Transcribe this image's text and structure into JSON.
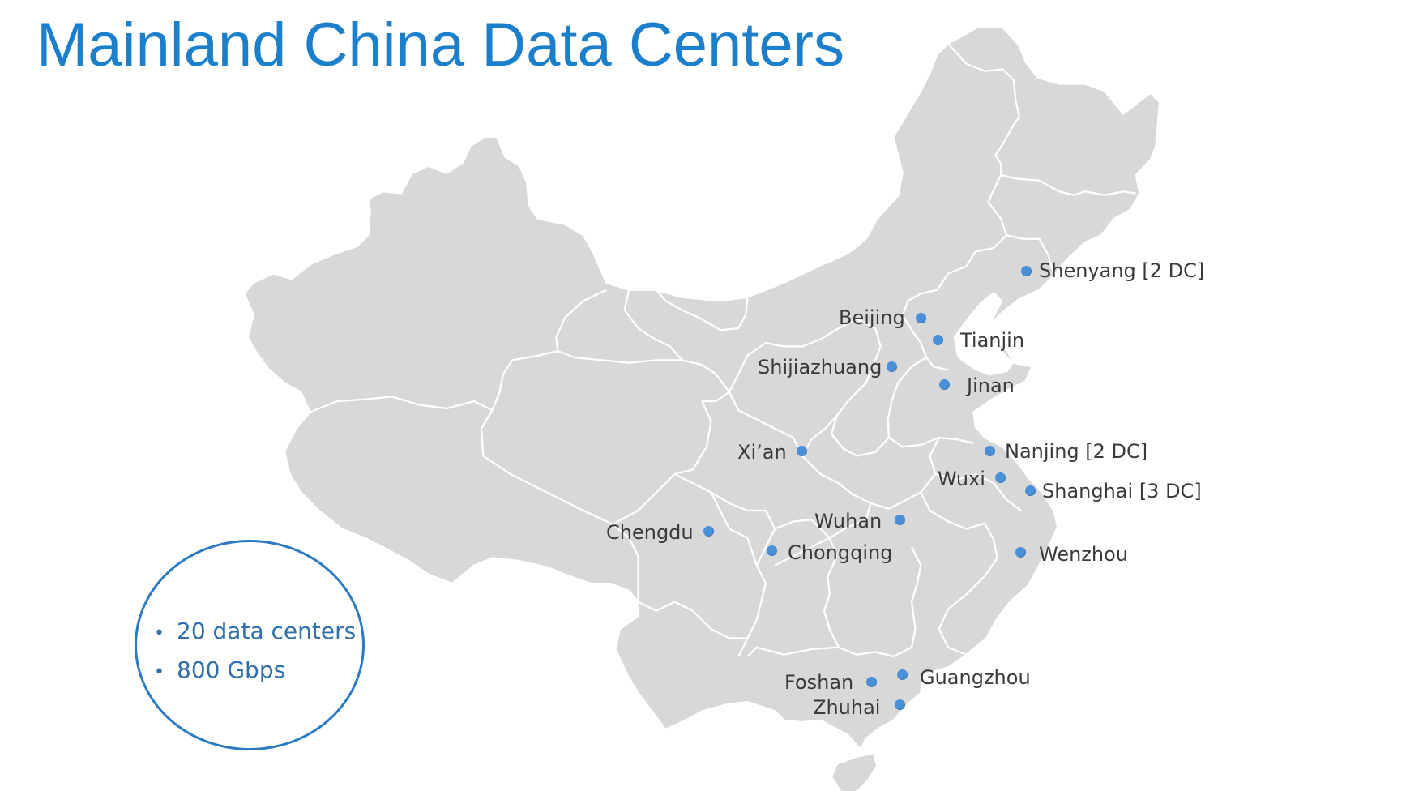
{
  "title": "Mainland China Data Centers",
  "colors": {
    "title": "#1b7fcc",
    "map_fill": "#d8d8d8",
    "map_border": "#ffffff",
    "dot": "#4a90d9",
    "label": "#3a3a3a",
    "stats": "#2f6fad"
  },
  "stats": {
    "items": [
      {
        "bullet": "•",
        "text": "20 data centers"
      },
      {
        "bullet": "•",
        "text": "800 Gbps"
      }
    ]
  },
  "cities": [
    {
      "name": "Shenyang [2 DC]",
      "dot": [
        1266,
        334
      ],
      "label": [
        1282,
        322
      ],
      "align": "right"
    },
    {
      "name": "Beijing",
      "dot": [
        1136,
        392
      ],
      "label": [
        1035,
        380
      ],
      "align": "left"
    },
    {
      "name": "Tianjin",
      "dot": [
        1157,
        419
      ],
      "label": [
        1185,
        408
      ],
      "align": "right"
    },
    {
      "name": "Shijiazhuang",
      "dot": [
        1100,
        452
      ],
      "label": [
        935,
        441
      ],
      "align": "left"
    },
    {
      "name": "Jinan",
      "dot": [
        1165,
        474
      ],
      "label": [
        1193,
        464
      ],
      "align": "right"
    },
    {
      "name": "Xi’an",
      "dot": [
        989,
        556
      ],
      "label": [
        910,
        546
      ],
      "align": "left"
    },
    {
      "name": "Nanjing [2 DC]",
      "dot": [
        1221,
        556
      ],
      "label": [
        1240,
        545
      ],
      "align": "right"
    },
    {
      "name": "Wuxi",
      "dot": [
        1234,
        589
      ],
      "label": [
        1157,
        579
      ],
      "align": "left"
    },
    {
      "name": "Shanghai [3 DC]",
      "dot": [
        1271,
        605
      ],
      "label": [
        1286,
        594
      ],
      "align": "right"
    },
    {
      "name": "Wuhan",
      "dot": [
        1110,
        641
      ],
      "label": [
        1005,
        631
      ],
      "align": "left"
    },
    {
      "name": "Chengdu",
      "dot": [
        874,
        655
      ],
      "label": [
        748,
        645
      ],
      "align": "left"
    },
    {
      "name": "Chongqing",
      "dot": [
        952,
        679
      ],
      "label": [
        972,
        670
      ],
      "align": "right"
    },
    {
      "name": "Wenzhou",
      "dot": [
        1259,
        681
      ],
      "label": [
        1282,
        672
      ],
      "align": "right"
    },
    {
      "name": "Foshan",
      "dot": [
        1075,
        841
      ],
      "label": [
        968,
        830
      ],
      "align": "left"
    },
    {
      "name": "Guangzhou",
      "dot": [
        1113,
        832
      ],
      "label": [
        1135,
        824
      ],
      "align": "right"
    },
    {
      "name": "Zhuhai",
      "dot": [
        1110,
        869
      ],
      "label": [
        1003,
        861
      ],
      "align": "left"
    }
  ]
}
